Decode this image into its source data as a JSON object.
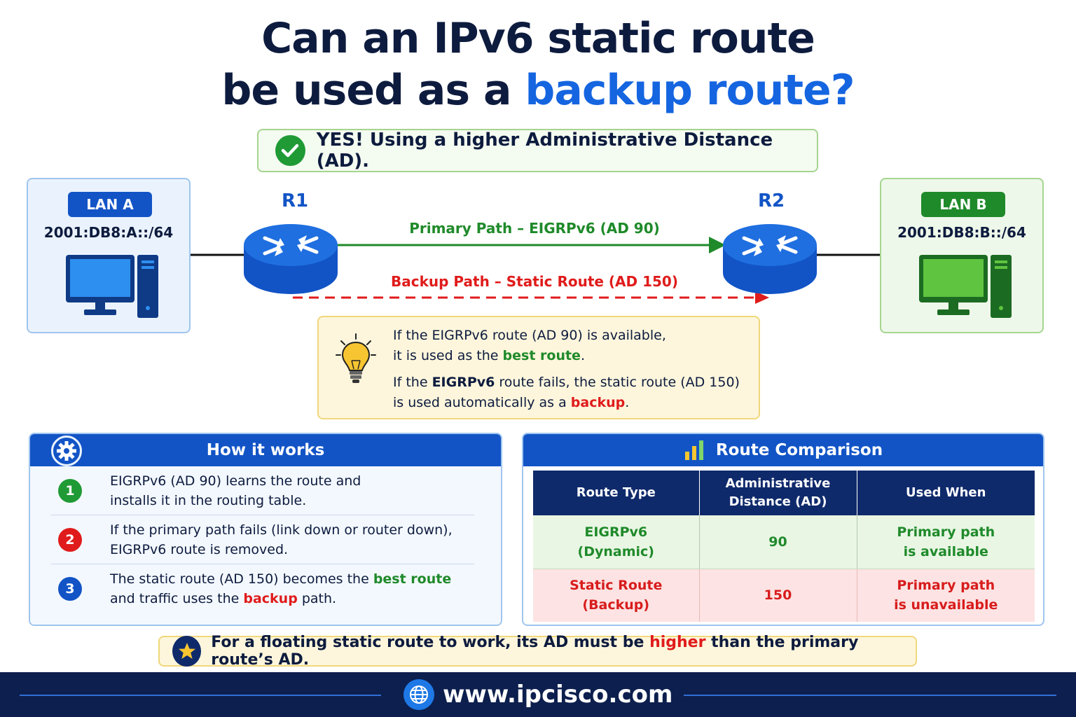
{
  "title": {
    "line1": "Can an IPv6 static route",
    "line2_prefix": "be used as a ",
    "line2_highlight": "backup route?"
  },
  "answer": {
    "text": "YES!  Using a higher Administrative Distance (AD)."
  },
  "lan_a": {
    "label": "LAN A",
    "network": "2001:DB8:A::/64"
  },
  "lan_b": {
    "label": "LAN B",
    "network": "2001:DB8:B::/64"
  },
  "routers": {
    "r1": "R1",
    "r2": "R2"
  },
  "paths": {
    "primary": "Primary Path – EIGRPv6 (AD 90)",
    "backup": "Backup Path – Static Route (AD 150)"
  },
  "info": {
    "l1": "If the EIGRPv6 route (AD 90) is available,",
    "l2_pre": "it is used as the ",
    "l2_hl": "best route",
    "l2_post": ".",
    "l3_pre": "If the ",
    "l3_bold": "EIGRPv6",
    "l3_post": " route fails, the static route (AD 150)",
    "l4_pre": "is used automatically as a ",
    "l4_hl": "backup",
    "l4_post": "."
  },
  "how": {
    "title": "How it works",
    "steps": [
      {
        "num": "1",
        "line1": "EIGRPv6 (AD 90) learns the route and",
        "line2": "installs it in the routing table."
      },
      {
        "num": "2",
        "line1": "If the primary path fails (link down or router down),",
        "line2": "EIGRPv6 route is removed."
      },
      {
        "num": "3",
        "line1_pre": "The static route (AD 150) becomes the ",
        "line1_hl": "best route",
        "line2_pre": "and traffic uses the ",
        "line2_hl": "backup",
        "line2_post": " path."
      }
    ]
  },
  "comparison": {
    "title": "Route Comparison",
    "headers": [
      "Route Type",
      "Administrative",
      "Distance (AD)",
      "Used When"
    ],
    "rows": [
      {
        "type1": "EIGRPv6",
        "type2": "(Dynamic)",
        "ad": "90",
        "when1": "Primary path",
        "when2": "is available"
      },
      {
        "type1": "Static Route",
        "type2": "(Backup)",
        "ad": "150",
        "when1": "Primary path",
        "when2": "is unavailable"
      }
    ]
  },
  "note": {
    "pre": "For a floating static route to work, its AD must be ",
    "hl": "higher",
    "post": " than the primary route’s AD."
  },
  "footer": {
    "url": "www.ipcisco.com"
  },
  "colors": {
    "blue": "#1254c6",
    "green": "#1f8a2a",
    "red": "#e01b1b",
    "navy": "#0d1f4e"
  }
}
